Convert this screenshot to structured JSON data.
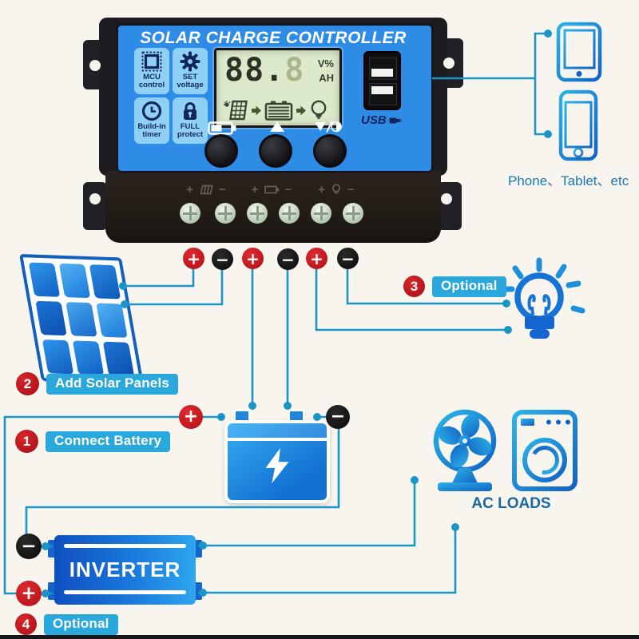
{
  "signs": {
    "plus": "+",
    "minus": "−"
  },
  "controller": {
    "title": "SOLAR CHARGE CONTROLLER",
    "badges": [
      {
        "icon": "mcu-chip-icon",
        "line1": "MCU",
        "line2": "control"
      },
      {
        "icon": "gear-icon",
        "line1": "SET",
        "line2": "voltage"
      },
      {
        "icon": "clock-icon",
        "line1": "Build-in",
        "line2": "timer"
      },
      {
        "icon": "padlock-icon",
        "line1": "FULL",
        "line2": "protect"
      }
    ],
    "lcd": {
      "value_main": "88.",
      "value_ghost": "8",
      "unit_top": "V%",
      "unit_bottom": "AH"
    },
    "usb_label": "USB",
    "terminal_row_signs": [
      "+",
      "−",
      "+",
      "−",
      "+",
      "−"
    ]
  },
  "steps": [
    {
      "num": "1",
      "label": "Connect Battery"
    },
    {
      "num": "2",
      "label": "Add Solar Panels"
    },
    {
      "num": "3",
      "label": "Optional"
    },
    {
      "num": "4",
      "label": "Optional"
    }
  ],
  "captions": {
    "devices": "Phone、Tablet、etc",
    "ac_loads": "AC LOADS",
    "inverter": "INVERTER"
  },
  "colors": {
    "background": "#f8f5ee",
    "wire": "#1b95c5",
    "marker_red": "#c3161d",
    "marker_black": "#0f0f0f",
    "label_blue": "#2aa7db",
    "controller_blue": "#2f8ce6",
    "badge_blue": "#8fd0f6",
    "lcd_green": "#dceacb",
    "device_blue": "#1573d6"
  }
}
